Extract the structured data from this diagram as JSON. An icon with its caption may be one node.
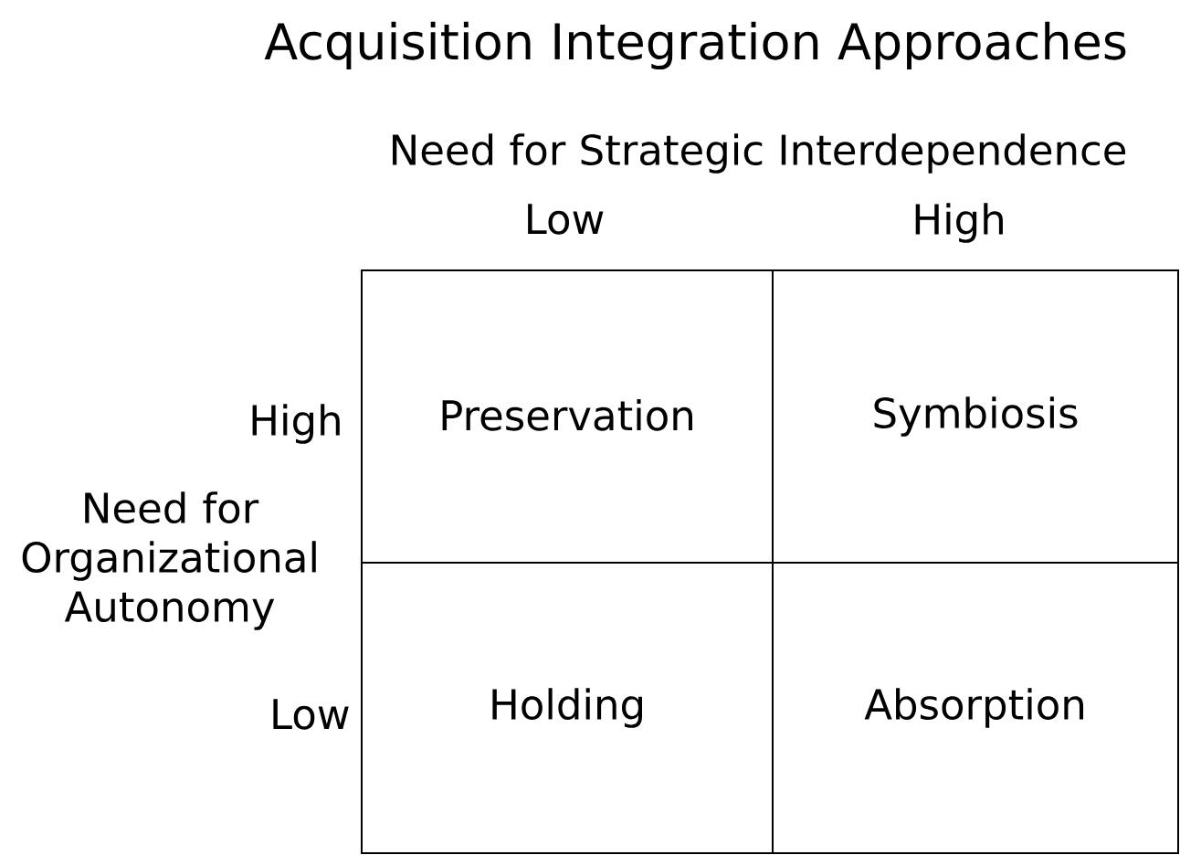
{
  "diagram": {
    "title": "Acquisition Integration Approaches",
    "nodes": [
      {
        "text": [
          "Preservation"
        ]
      },
      {
        "text": [
          "Symbiosis"
        ]
      },
      {
        "text": [
          "Holding"
        ]
      },
      {
        "text": [
          "Absorption"
        ]
      }
    ],
    "labels": [
      "Need for Strategic Interdependence",
      "Low",
      "High",
      "High",
      "Need for Organizational Autonomy",
      "Low"
    ]
  }
}
